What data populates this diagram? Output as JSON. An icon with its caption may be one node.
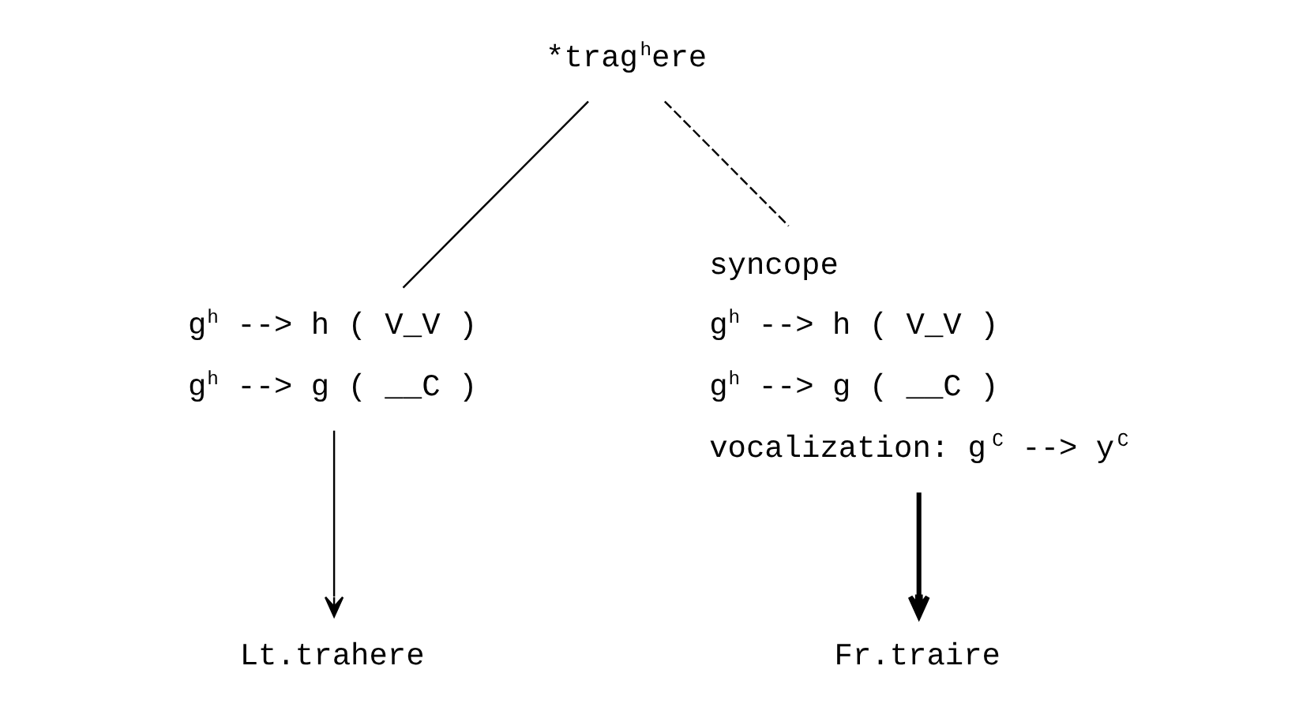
{
  "diagram": {
    "nodes": [
      {
        "text": [
          "*trag$^{h}$ere"
        ]
      },
      {
        "text": [
          "g$^{h}$ --> h ( V_V )",
          "g$^{h}$ --> g ( __C )"
        ]
      },
      {
        "text": [
          "syncope",
          "g$^{h}$ --> h ( V_V )",
          "g$^{h}$ --> g ( __C )",
          "vocalization: g$^{C}$ --> y$^{C}$"
        ]
      },
      {
        "text": [
          "Lt.trahere"
        ]
      },
      {
        "text": [
          "Fr.traire"
        ]
      }
    ],
    "edges": [
      {
        "from": 0,
        "to": 1,
        "arrow": "none"
      },
      {
        "from": 0,
        "to": 2,
        "arrow": "none",
        "style": "dashed"
      },
      {
        "from": 1,
        "to": 3,
        "arrow": "to"
      },
      {
        "from": 2,
        "to": 4,
        "arrow": "to",
        "style": "thick"
      }
    ]
  }
}
